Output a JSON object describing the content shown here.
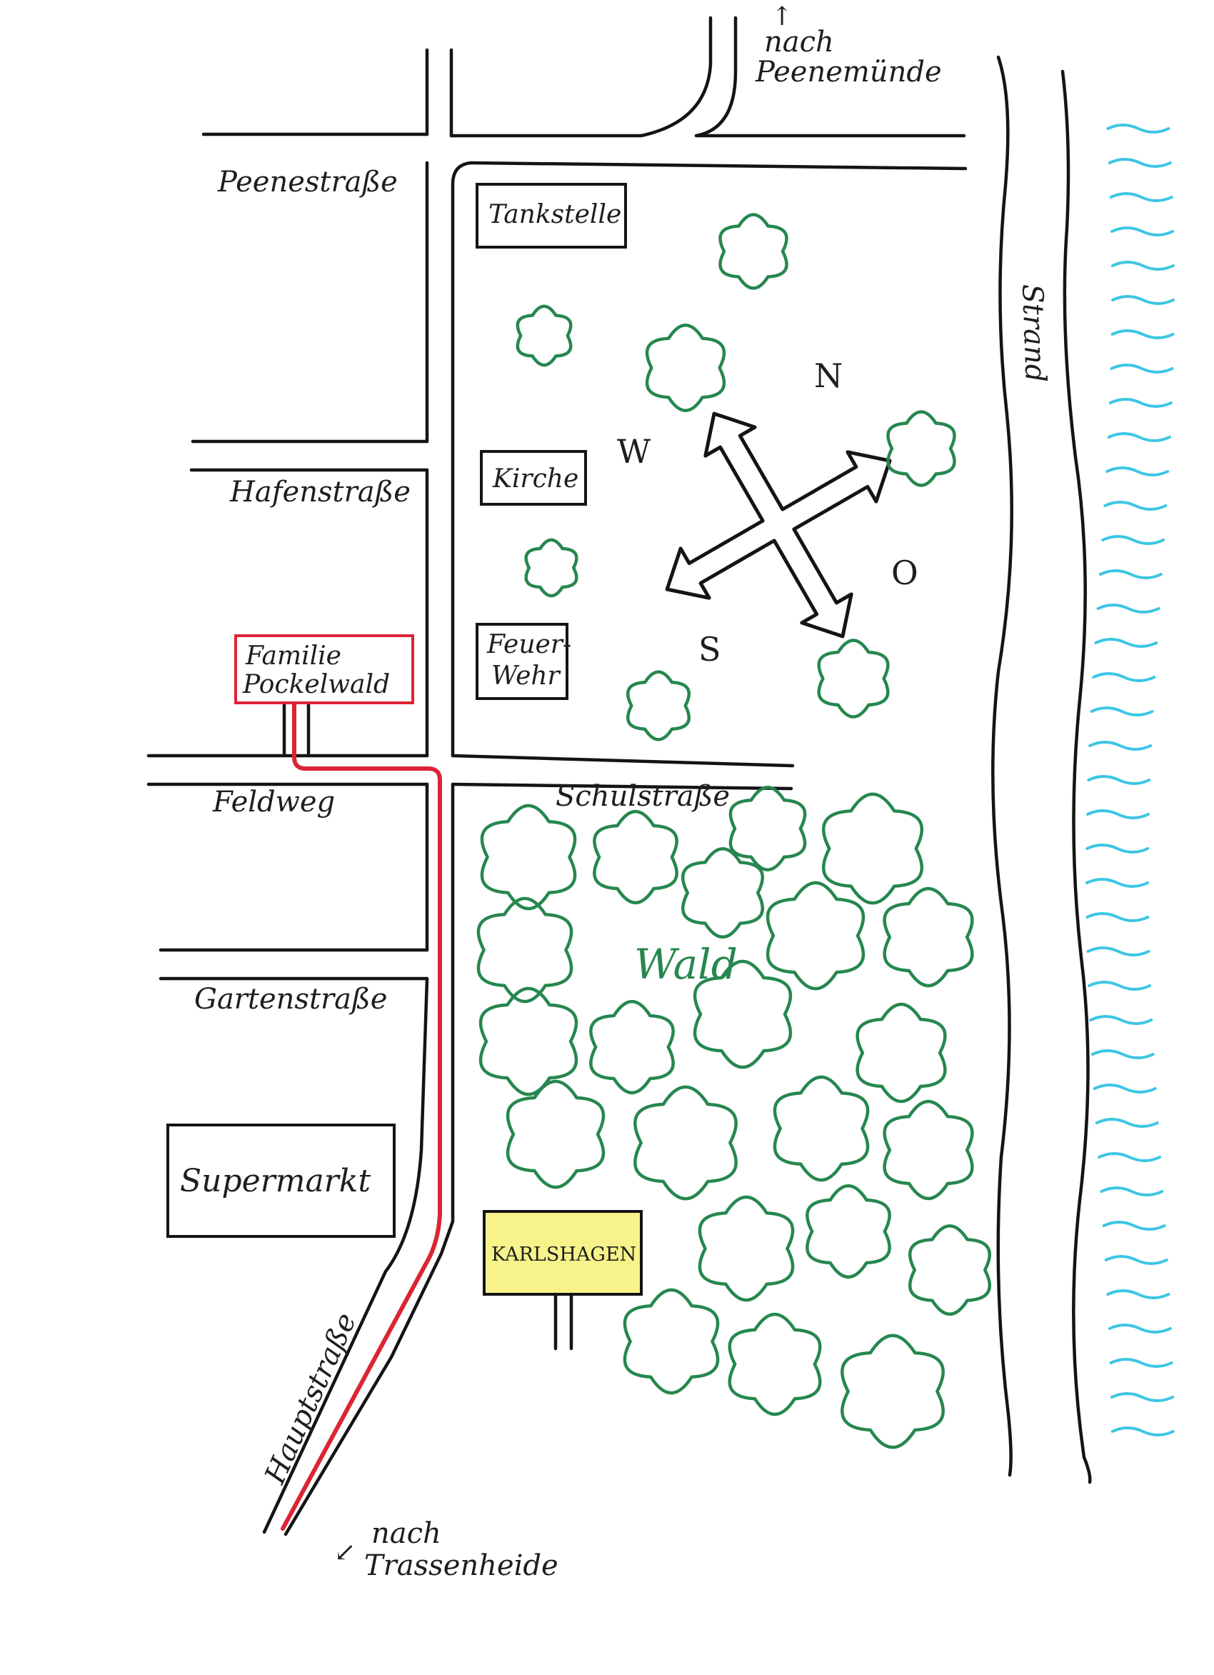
{
  "streets": {
    "peenestrasse": "Peenestraße",
    "hafenstrasse": "Hafenstraße",
    "feldweg": "Feldweg",
    "gartenstrasse": "Gartenstraße",
    "schulstrasse": "Schulstraße",
    "hauptstrasse": "Hauptstraße",
    "strand": "Strand"
  },
  "directions": {
    "north_line1": "nach",
    "north_line2": "Peenemünde",
    "south_line1": "nach",
    "south_line2": "Trassenheide"
  },
  "places": {
    "tankstelle": "Tankstelle",
    "kirche": "Kirche",
    "feuerwehr_line1": "Feuer-",
    "feuerwehr_line2": "Wehr",
    "supermarkt": "Supermarkt",
    "familie_line1": "Familie",
    "familie_line2": "Pockelwald",
    "wald": "Wald"
  },
  "town_sign": {
    "label": "KARLSHAGEN",
    "color": "#f7f38a"
  },
  "compass": {
    "north": "N",
    "east": "O",
    "south": "S",
    "west": "W"
  },
  "colors": {
    "route": "#dc2434",
    "trees": "#26874f",
    "water": "#3cc6e4",
    "ink": "#141414"
  }
}
